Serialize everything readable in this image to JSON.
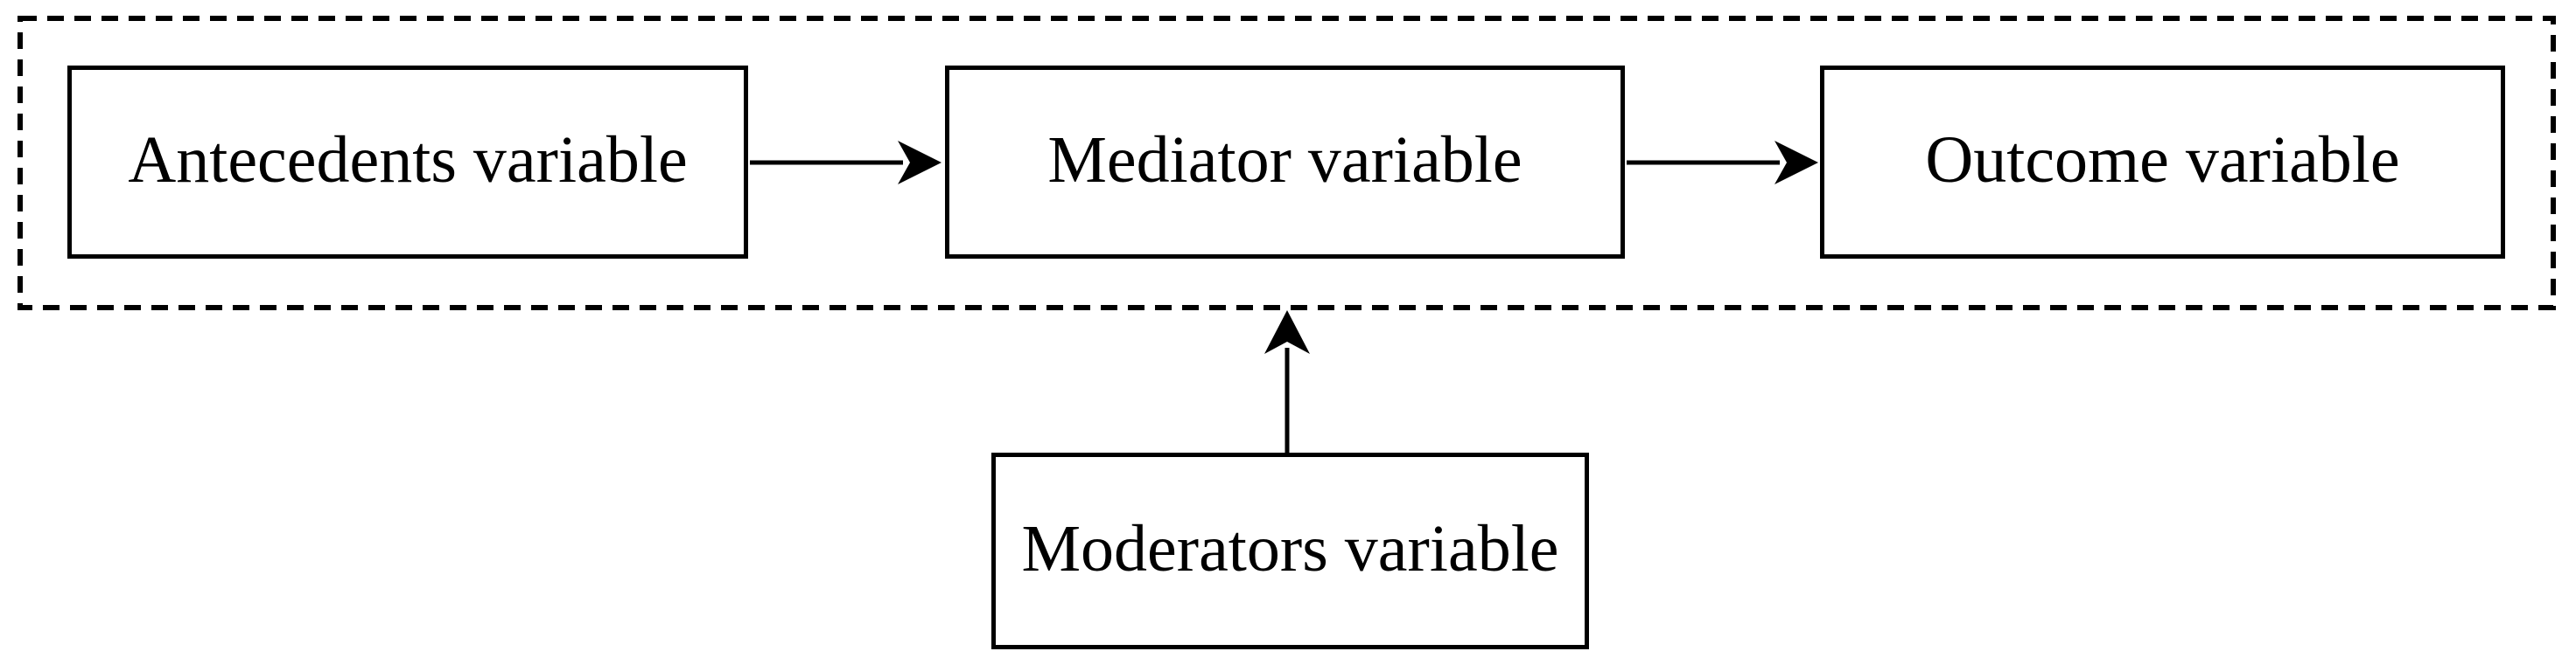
{
  "diagram": {
    "type": "flow-diagram",
    "background_color": "#ffffff",
    "line_color": "#000000",
    "text_color": "#000000",
    "boxes": {
      "antecedents": {
        "label": "Antecedents variable"
      },
      "mediator": {
        "label": "Mediator variable"
      },
      "outcome": {
        "label": "Outcome variable"
      },
      "moderators": {
        "label": "Moderators variable"
      }
    },
    "connections": [
      {
        "from": "Antecedents variable",
        "to": "Mediator variable",
        "style": "solid-arrow"
      },
      {
        "from": "Mediator variable",
        "to": "Outcome variable",
        "style": "solid-arrow"
      },
      {
        "from": "Moderators variable",
        "to": "dashed-boundary-below-mediator",
        "style": "solid-arrow"
      }
    ],
    "container": {
      "style": "dashed-rectangle",
      "encloses": [
        "Antecedents variable",
        "Mediator variable",
        "Outcome variable"
      ]
    }
  }
}
